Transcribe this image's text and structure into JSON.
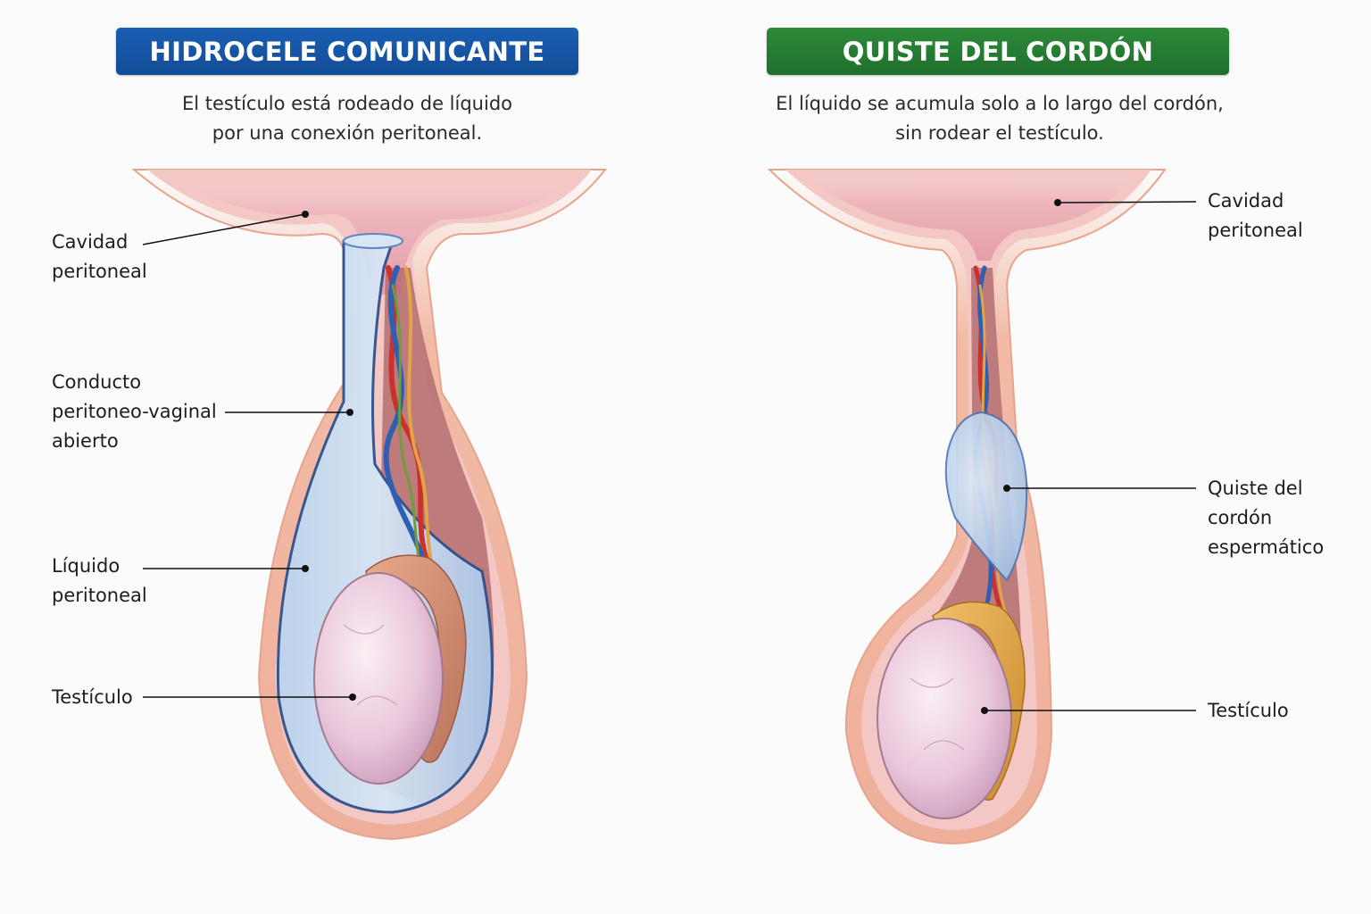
{
  "left_panel": {
    "title": "HIDROCELE COMUNICANTE",
    "title_color": "#1a5fb4",
    "subtitle_lines": [
      "El testículo está rodeado de líquido",
      "por una conexión peritoneal."
    ],
    "labels": {
      "cavity": [
        "Cavidad",
        "peritoneal"
      ],
      "duct": [
        "Conducto",
        "peritoneo-vaginal",
        "abierto"
      ],
      "fluid": [
        "Líquido",
        "peritoneal"
      ],
      "testicle": [
        "Testículo"
      ]
    }
  },
  "right_panel": {
    "title": "QUISTE DEL CORDÓN",
    "title_color": "#2d8a3a",
    "subtitle_lines": [
      "El líquido se acumula solo a lo largo del cordón,",
      "sin rodear el testículo."
    ],
    "labels": {
      "cavity": [
        "Cavidad",
        "peritoneal"
      ],
      "cyst": [
        "Quiste del",
        "cordón",
        "espermático"
      ],
      "testicle": [
        "Testículo"
      ]
    }
  }
}
